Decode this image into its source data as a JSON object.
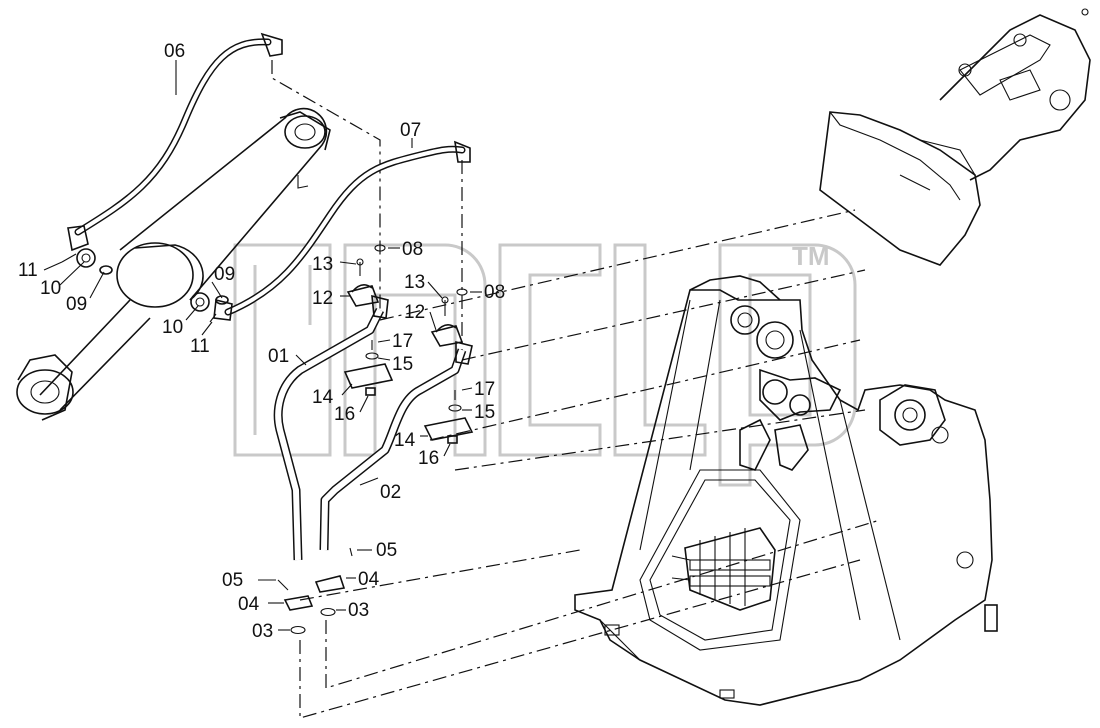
{
  "labels": {
    "l06": "06",
    "l07": "07",
    "l08a": "08",
    "l08b": "08",
    "l09a": "09",
    "l09b": "09",
    "l10a": "10",
    "l10b": "10",
    "l11a": "11",
    "l11b": "11",
    "l13a": "13",
    "l13b": "13",
    "l12a": "12",
    "l12b": "12",
    "l17a": "17",
    "l17b": "17",
    "l15a": "15",
    "l15b": "15",
    "l14a": "14",
    "l14b": "14",
    "l16a": "16",
    "l16b": "16",
    "l01": "01",
    "l02": "02",
    "l05a": "05",
    "l05b": "05",
    "l04a": "04",
    "l04b": "04",
    "l03a": "03",
    "l03b": "03"
  },
  "watermark": {
    "trademark": "TM"
  }
}
